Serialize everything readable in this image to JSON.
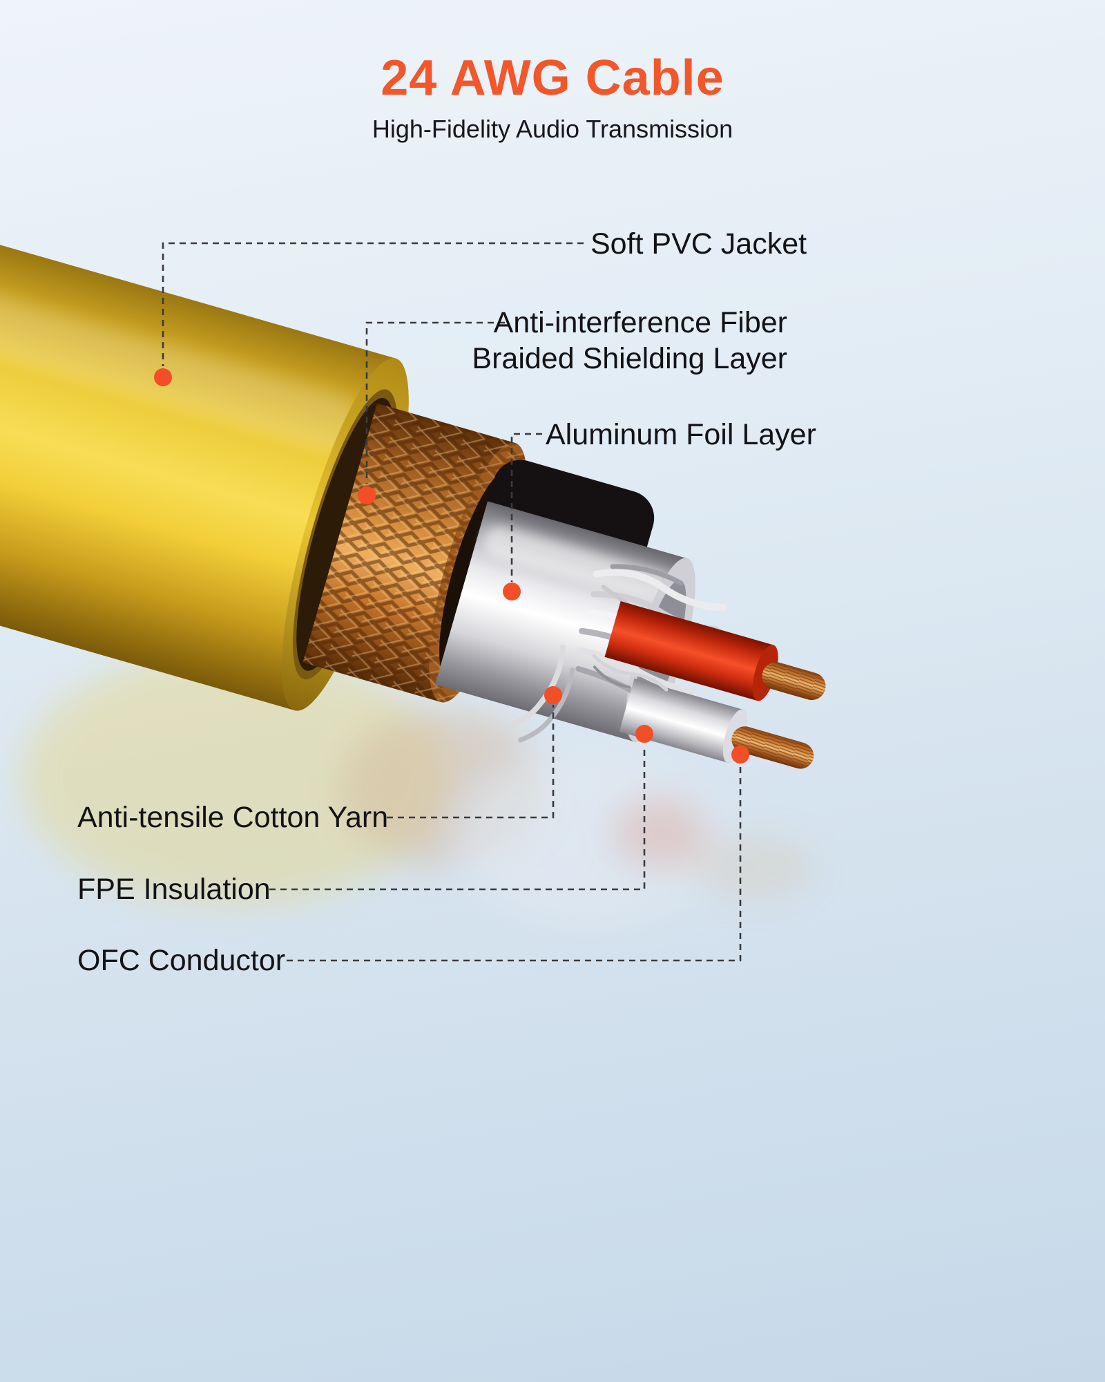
{
  "title": "24 AWG Cable",
  "subtitle": "High-Fidelity Audio Transmission",
  "colors": {
    "accent": "#F1572B",
    "dot": "#F24E27",
    "leader_line": "#3A3A3C",
    "jacket_yellow": "#F4D545",
    "braid_copper": "#C87A2C",
    "foil_silver": "#E8E8EC",
    "wire_red": "#E03A16",
    "wire_white": "#FFFFFF"
  },
  "callouts": {
    "pvc": {
      "label": "Soft PVC Jacket"
    },
    "shield": {
      "line1": "Anti-interference Fiber",
      "line2": "Braided Shielding Layer"
    },
    "foil": {
      "label": "Aluminum Foil Layer"
    },
    "yarn": {
      "label": "Anti-tensile Cotton Yarn"
    },
    "fpe": {
      "label": "FPE Insulation"
    },
    "ofc": {
      "label": "OFC Conductor"
    }
  }
}
